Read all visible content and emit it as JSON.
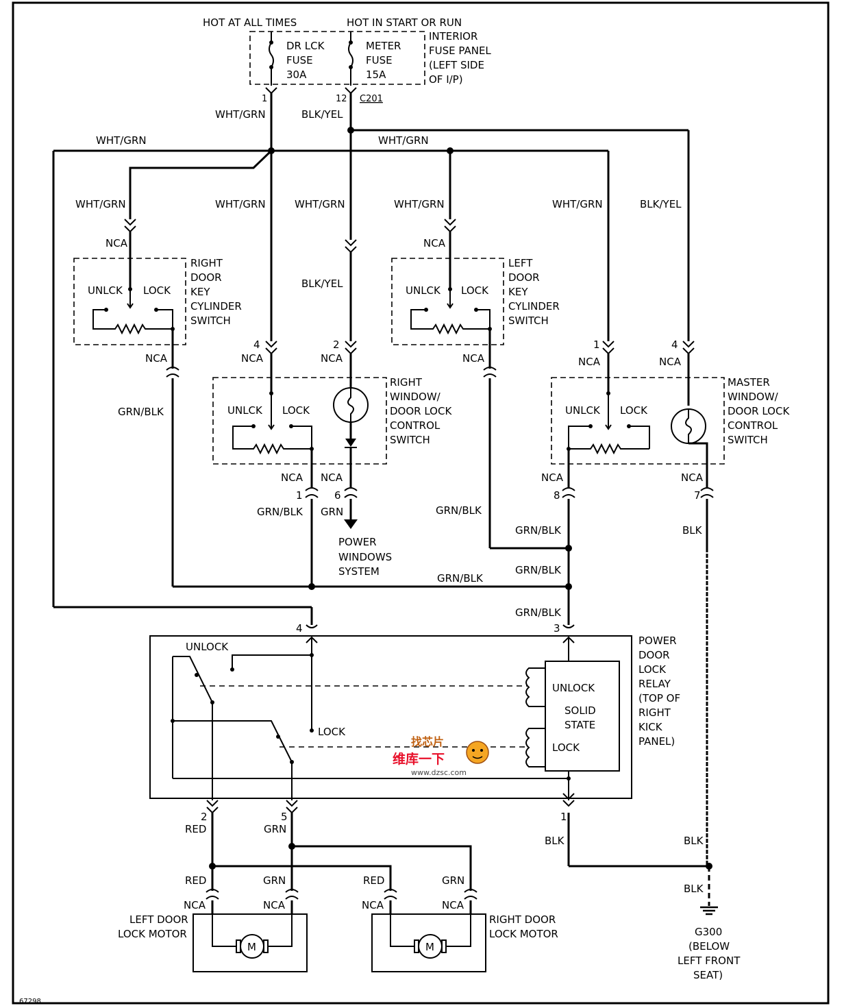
{
  "diagram_id": "67298",
  "supply": {
    "hot_at_all_times": "HOT AT ALL TIMES",
    "hot_in_start_or_run": "HOT IN START OR RUN",
    "fuse1": [
      "DR LCK",
      "FUSE",
      "30A"
    ],
    "fuse2": [
      "METER",
      "FUSE",
      "15A"
    ],
    "fuse_panel": [
      "INTERIOR",
      "FUSE PANEL",
      "(LEFT SIDE",
      "OF I/P)"
    ],
    "pin_1": "1",
    "pin_12": "12",
    "connector": "C201"
  },
  "wires": {
    "wht_grn": "WHT/GRN",
    "blk_yel": "BLK/YEL",
    "grn_blk": "GRN/BLK",
    "grn": "GRN",
    "blk": "BLK",
    "red": "RED",
    "nca": "NCA"
  },
  "pins": {
    "p1": "1",
    "p2": "2",
    "p3": "3",
    "p4": "4",
    "p5": "5",
    "p6": "6",
    "p7": "7",
    "p8": "8"
  },
  "switches": {
    "unlck": "UNLCK",
    "lock": "LOCK",
    "right_key": [
      "RIGHT",
      "DOOR",
      "KEY",
      "CYLINDER",
      "SWITCH"
    ],
    "left_key": [
      "LEFT",
      "DOOR",
      "KEY",
      "CYLINDER",
      "SWITCH"
    ],
    "right_window": [
      "RIGHT",
      "WINDOW/",
      "DOOR LOCK",
      "CONTROL",
      "SWITCH"
    ],
    "master_window": [
      "MASTER",
      "WINDOW/",
      "DOOR LOCK",
      "CONTROL",
      "SWITCH"
    ]
  },
  "power_windows": [
    "POWER",
    "WINDOWS",
    "SYSTEM"
  ],
  "relay": {
    "label": [
      "POWER",
      "DOOR",
      "LOCK",
      "RELAY",
      "(TOP OF",
      "RIGHT",
      "KICK",
      "PANEL)"
    ],
    "unlock": "UNLOCK",
    "lock": "LOCK",
    "module_unlock": "UNLOCK",
    "module_solid_state": [
      "SOLID",
      "STATE"
    ],
    "module_lock": "LOCK"
  },
  "motors": {
    "left": [
      "LEFT DOOR",
      "LOCK MOTOR"
    ],
    "right": [
      "RIGHT DOOR",
      "LOCK MOTOR"
    ],
    "m": "M"
  },
  "ground": [
    "G300",
    "(BELOW",
    "LEFT FRONT",
    "SEAT)"
  ],
  "watermark": {
    "line1": "找芯片",
    "line2": "维库一下",
    "url": "www.dzsc.com"
  }
}
